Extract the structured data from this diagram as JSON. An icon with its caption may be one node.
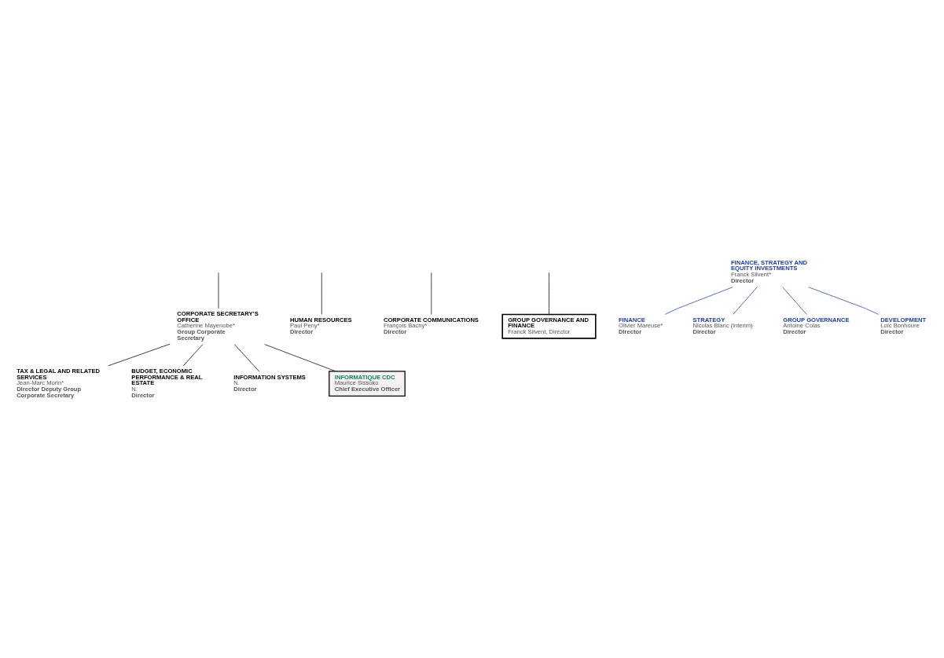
{
  "diagram": {
    "nodes": [
      {
        "text": [
          "CORPORATE SECRETARY’S OFFICE",
          "Catherine Mayenobe*",
          "Group Corporate Secretary"
        ]
      },
      {
        "text": [
          "HUMAN RESOURCES",
          "Paul Peny*",
          "Director"
        ]
      },
      {
        "text": [
          "CORPORATE COMMUNICATIONS",
          "François Bachy*",
          "Director"
        ]
      },
      {
        "text": [
          "GROUP GOVERNANCE AND FINANCE",
          "Franck Silvent, Director"
        ]
      },
      {
        "text": [
          "TAX & LEGAL AND RELATED SERVICES",
          "Jean-Marc Morin*",
          "Director Deputy Group Corporate Secretary"
        ]
      },
      {
        "text": [
          "BUDGET, ECONOMIC PERFORMANCE & REAL ESTATE",
          "N.",
          "Director"
        ]
      },
      {
        "text": [
          "INFORMATION SYSTEMS",
          "N.",
          "Director"
        ]
      },
      {
        "text": [
          "INFORMATIQUE CDC",
          "Maurice Sissoko",
          "Chief Executive Officer"
        ]
      },
      {
        "text": [
          "FINANCE, STRATEGY AND EQUITY INVESTMENTS",
          "Franck Silvent*",
          "Director"
        ]
      },
      {
        "text": [
          "FINANCE",
          "Olivier Mareuse*",
          "Director"
        ]
      },
      {
        "text": [
          "STRATEGY",
          "Nicolas Blanc (interim)",
          "Director"
        ]
      },
      {
        "text": [
          "GROUP GOVERNANCE",
          "Antoine Colas",
          "Director"
        ]
      },
      {
        "text": [
          "DEVELOPMENT",
          "Loïc Bonhoure",
          "Director"
        ]
      }
    ],
    "edges": [
      {
        "from": null,
        "to": 0,
        "arrow": "none"
      },
      {
        "from": null,
        "to": 1,
        "arrow": "none"
      },
      {
        "from": null,
        "to": 2,
        "arrow": "none"
      },
      {
        "from": null,
        "to": 3,
        "arrow": "none"
      },
      {
        "from": 0,
        "to": 4,
        "arrow": "none"
      },
      {
        "from": 0,
        "to": 5,
        "arrow": "none"
      },
      {
        "from": 0,
        "to": 6,
        "arrow": "none"
      },
      {
        "from": 0,
        "to": 7,
        "arrow": "none"
      },
      {
        "from": 8,
        "to": 9,
        "arrow": "none",
        "color": "#21409a"
      },
      {
        "from": 8,
        "to": 10,
        "arrow": "none",
        "color": "#21409a"
      },
      {
        "from": 8,
        "to": 11,
        "arrow": "none",
        "color": "#21409a"
      },
      {
        "from": 8,
        "to": 12,
        "arrow": "none",
        "color": "#21409a"
      }
    ]
  }
}
